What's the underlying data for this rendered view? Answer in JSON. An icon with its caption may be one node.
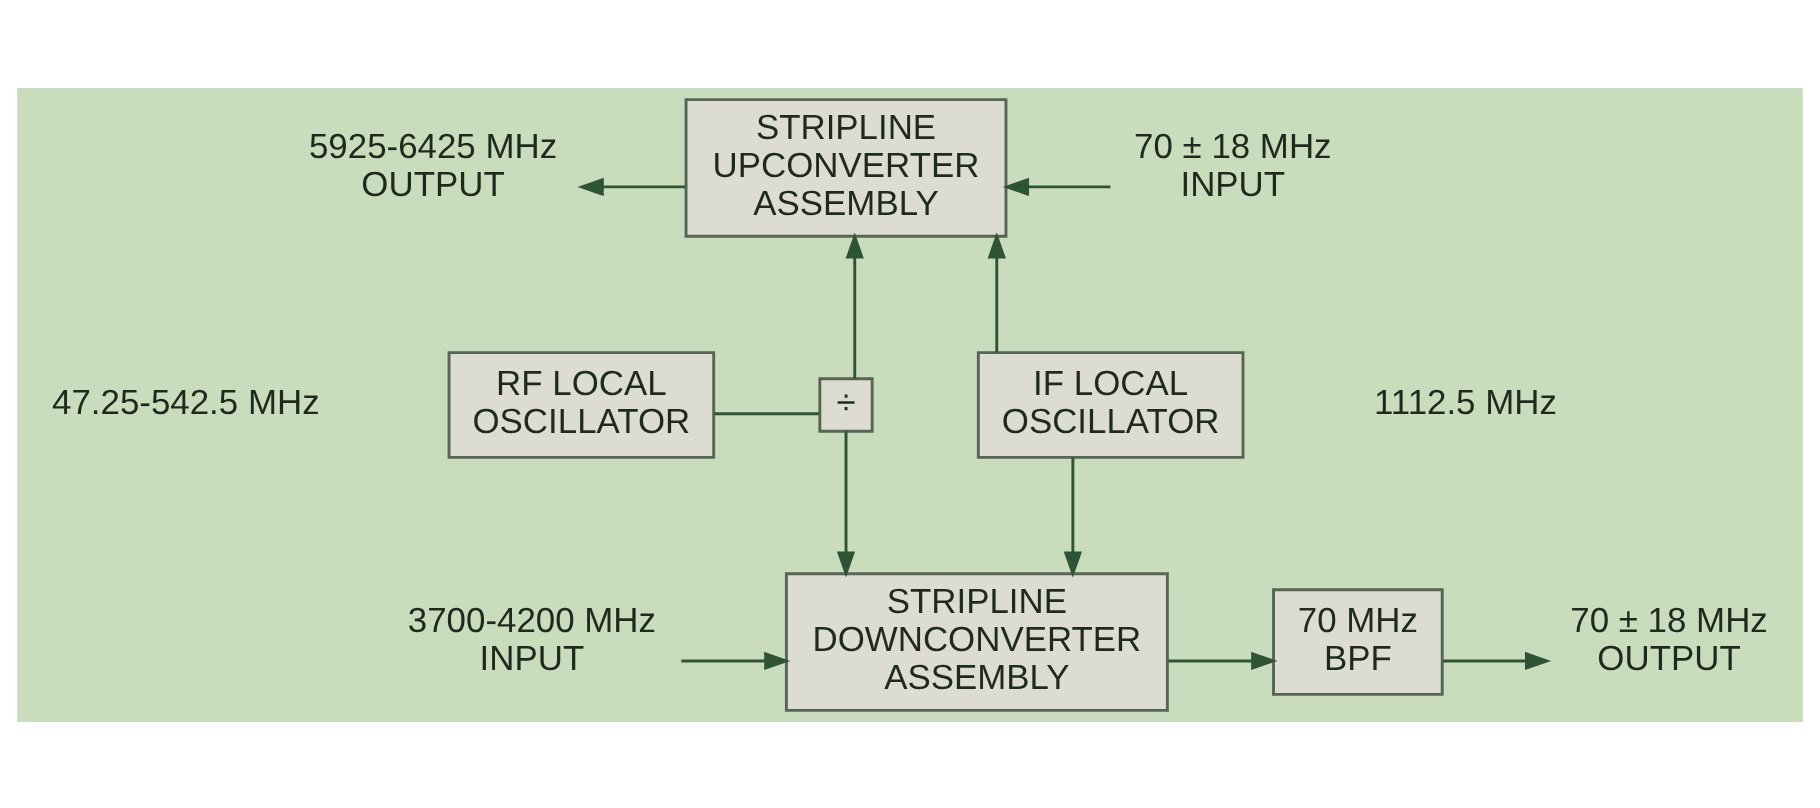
{
  "diagram": {
    "nodes": [
      {
        "text": [
          "5925-6425 MHz OUTPUT"
        ]
      },
      {
        "text": [
          "STRIPLINE UPCONVERTER ASSEMBLY"
        ]
      },
      {
        "text": [
          "70 ± 18 MHz INPUT"
        ]
      },
      {
        "text": [
          "RF LOCAL OSCILLATOR"
        ],
        "beside": [
          "47.25-542.5 MHz"
        ]
      },
      {
        "text": [
          "÷"
        ]
      },
      {
        "text": [
          "IF LOCAL OSCILLATOR"
        ],
        "beside": [
          "1112.5 MHz"
        ]
      },
      {
        "text": [
          "3700-4200 MHz INPUT"
        ]
      },
      {
        "text": [
          "STRIPLINE DOWNCONVERTER ASSEMBLY"
        ]
      },
      {
        "text": [
          "70 MHz BPF"
        ]
      },
      {
        "text": [
          "70 ± 18 MHz OUTPUT"
        ]
      }
    ],
    "edges": [
      {
        "from": 1,
        "to": 0,
        "arrow": "to"
      },
      {
        "from": 2,
        "to": 1,
        "arrow": "to"
      },
      {
        "from": 3,
        "to": 4,
        "arrow": "none"
      },
      {
        "from": 4,
        "to": 1,
        "arrow": "to"
      },
      {
        "from": 4,
        "to": 7,
        "arrow": "to"
      },
      {
        "from": 5,
        "to": 1,
        "arrow": "to"
      },
      {
        "from": 5,
        "to": 7,
        "arrow": "to"
      },
      {
        "from": 6,
        "to": 7,
        "arrow": "to"
      },
      {
        "from": 7,
        "to": 8,
        "arrow": "to"
      },
      {
        "from": 8,
        "to": 9,
        "arrow": "to"
      }
    ]
  }
}
